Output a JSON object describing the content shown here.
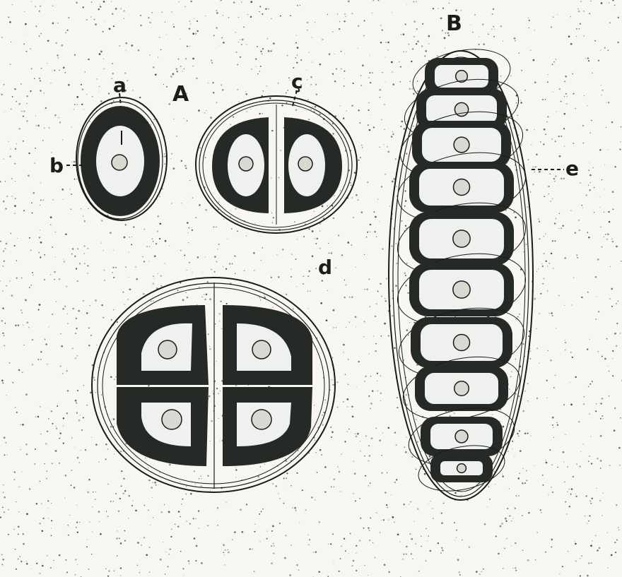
{
  "figure": {
    "panel_labels": {
      "A": "A",
      "B": "B"
    },
    "part_labels": {
      "a": "a",
      "b": "b",
      "c": "ç",
      "d": "d",
      "e": "e"
    },
    "colors": {
      "background": "#f7f6f1",
      "ink": "#1a1a1a",
      "membrane": "#262a26",
      "cytoplasm": "#eef1ee",
      "nucleus": "#d9d9d2"
    }
  }
}
